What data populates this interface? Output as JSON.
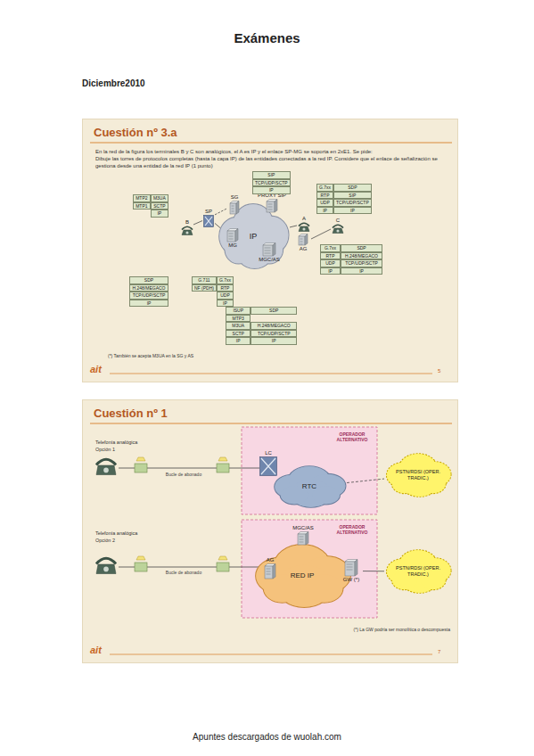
{
  "diagram": {
    "title": "Exámenes",
    "nodes": [
      {
        "text": [
          "Cuestión nº 3.a",
          "En la red de la figura los terminales B y C son analógicos, el A es IP y el enlace SP-MG se soporta en 2xE1. Se pide:",
          "Dibuje las torres de protocolos completas (hasta la capa IP) de las entidades conectadas a la red IP. Considere que el enlace de señalización se gestiona desde una entidad de la red IP (1 punto)",
          "(*) También se acepta M3UA en la SG y AS",
          "ait",
          "5"
        ]
      },
      {
        "text": [
          "IP"
        ],
        "in": 0
      },
      {
        "text": [
          "PROXY SIP"
        ],
        "in": 0
      },
      {
        "text": [
          "SG"
        ],
        "in": 0
      },
      {
        "text": [
          "MG"
        ],
        "in": 0
      },
      {
        "text": [
          "SP"
        ],
        "in": 0
      },
      {
        "text": [
          "B"
        ],
        "in": 0
      },
      {
        "text": [
          "A"
        ],
        "in": 0
      },
      {
        "text": [
          "AG"
        ],
        "in": 0
      },
      {
        "text": [
          "C"
        ],
        "in": 0
      },
      {
        "text": [
          "MGC/AS"
        ],
        "in": 0
      },
      {
        "text": [
          "SIP",
          "TCP/UDP/SCTP",
          "IP"
        ],
        "in": 0
      },
      {
        "text": [
          "MTP2",
          "M3UA",
          "MTP1",
          "SCTP",
          "IP"
        ],
        "in": 0
      },
      {
        "text": [
          "G.7xx",
          "SDP",
          "RTP",
          "SIP",
          "UDP",
          "TCP/UDP/SCTP",
          "IP",
          "IP"
        ],
        "in": 0
      },
      {
        "text": [
          "SDP",
          "H.248/MEGACO",
          "TCP/UDP/SCTP",
          "IP"
        ],
        "in": 0
      },
      {
        "text": [
          "G.711",
          "G.7xx",
          "NF (PDH)",
          "RTP",
          "UDP",
          "IP"
        ],
        "in": 0
      },
      {
        "text": [
          "G.7xx",
          "SDP",
          "RTP",
          "H.248/MEGACO",
          "UDP",
          "TCP/UDP/SCTP",
          "IP",
          "IP"
        ],
        "in": 0
      },
      {
        "text": [
          "ISUP",
          "SDP",
          "MTP3",
          "M3UA",
          "H.248/MEGACO",
          "SCTP",
          "TCP/UDP/SCTP",
          "IP",
          "IP"
        ],
        "in": 0
      },
      {
        "text": [
          "Cuestión nº 1",
          "Telefonía analógica",
          "Opción 1",
          "Bucle de abonado",
          "Telefonía analógica",
          "Opción 2",
          "Bucle de abonado",
          "(*) La GW podría ser monolítica o descompuesta",
          "ait",
          "7"
        ]
      },
      {
        "text": [
          "OPERADOR ALTERNATIVO"
        ],
        "in": 18
      },
      {
        "text": [
          "LC"
        ],
        "in": 19
      },
      {
        "text": [
          "RTC"
        ],
        "in": 19
      },
      {
        "text": [
          "PSTN/RDSI (OPER. TRADIC.)"
        ],
        "in": 18
      },
      {
        "text": [
          "OPERADOR ALTERNATIVO"
        ],
        "in": 18
      },
      {
        "text": [
          "RED IP"
        ],
        "in": 23
      },
      {
        "text": [
          "AG"
        ],
        "in": 23
      },
      {
        "text": [
          "MGC/AS"
        ],
        "in": 23
      },
      {
        "text": [
          "GW (*)"
        ],
        "in": 23
      },
      {
        "text": [
          "PSTN/RDSI (OPER. TRADIC.)"
        ],
        "in": 18
      }
    ],
    "edges": [
      {
        "from": 6,
        "to": 5,
        "arrow": "none"
      },
      {
        "from": 5,
        "to": 3,
        "arrow": "none"
      },
      {
        "from": 5,
        "to": 4,
        "arrow": "none"
      },
      {
        "from": 7,
        "to": 1,
        "arrow": "none"
      },
      {
        "from": 8,
        "to": 9,
        "arrow": "none"
      },
      {
        "from": 21,
        "to": 22,
        "arrow": "none"
      },
      {
        "from": 27,
        "to": 28,
        "arrow": "none"
      }
    ],
    "labels": [
      "Diciembre2010",
      "Apuntes descargados de wuolah.com"
    ]
  }
}
